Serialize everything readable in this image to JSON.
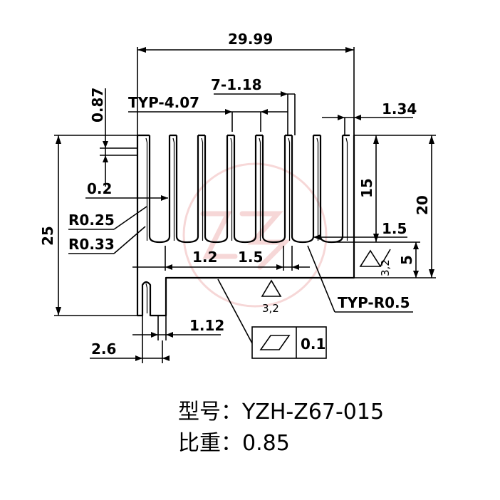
{
  "dimensions": {
    "overall_width": "29.99",
    "fin_thickness": "7-1.18",
    "fin_pitch": "TYP-4.07",
    "top_offset": "0.87",
    "right_edge": "1.34",
    "fin_height": "15",
    "total_height_right": "20",
    "total_height_left": "25",
    "gap": "0.2",
    "radius_1": "R0.25",
    "radius_2": "R0.33",
    "base_gap": "1.5",
    "base_thickness": "5",
    "step_left": "1.2",
    "step_mid": "1.5",
    "root_radius": "TYP-R0.5",
    "slot_width": "1.12",
    "tab_width": "2.6"
  },
  "surface_finish": {
    "right": "3,2",
    "bottom": "3,2"
  },
  "tolerance_frame": {
    "value": "0.1",
    "symbol": "flatness-parallelogram-icon"
  },
  "watermark": {
    "color": "#f0b8b8"
  },
  "info": {
    "model_label": "型号：",
    "model_value": "YZH-Z67-015",
    "weight_label": "比重：",
    "weight_value": "0.85"
  }
}
